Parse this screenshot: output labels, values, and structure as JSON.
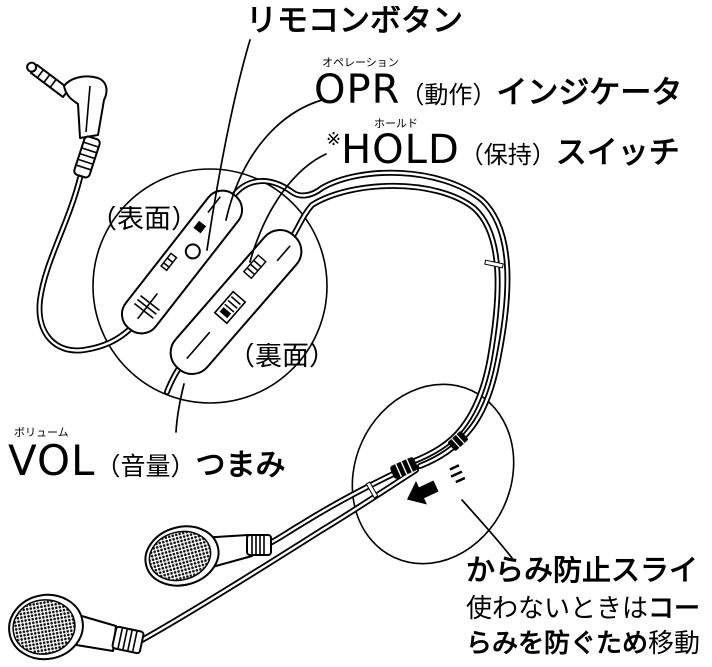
{
  "diagram": {
    "remote_button_label": "リモコンボタン",
    "opr": {
      "ruby": "オペレーション",
      "code": "OPR",
      "paren": "（動作）",
      "name": "インジケータ"
    },
    "hold": {
      "mark": "※",
      "ruby": "ホールド",
      "code": "HOLD",
      "paren": "（保持）",
      "name": "スイッチ"
    },
    "front_side": "（表面）",
    "back_side": "（裏面）",
    "vol": {
      "ruby": "ボリューム",
      "code": "VOL",
      "paren": "（音量）",
      "name": "つまみ"
    },
    "slider": {
      "title": "からみ防止スライ",
      "line1_regular": "使わないときは",
      "line1_bold": "コー",
      "line2_bold": "らみを防ぐため",
      "line2_regular": "移動"
    }
  },
  "colors": {
    "ink": "#000000",
    "paper": "#ffffff"
  },
  "icons": {
    "slide_direction": "arrow-icon",
    "earphone": "earphone-icon",
    "plug": "plug-icon"
  }
}
